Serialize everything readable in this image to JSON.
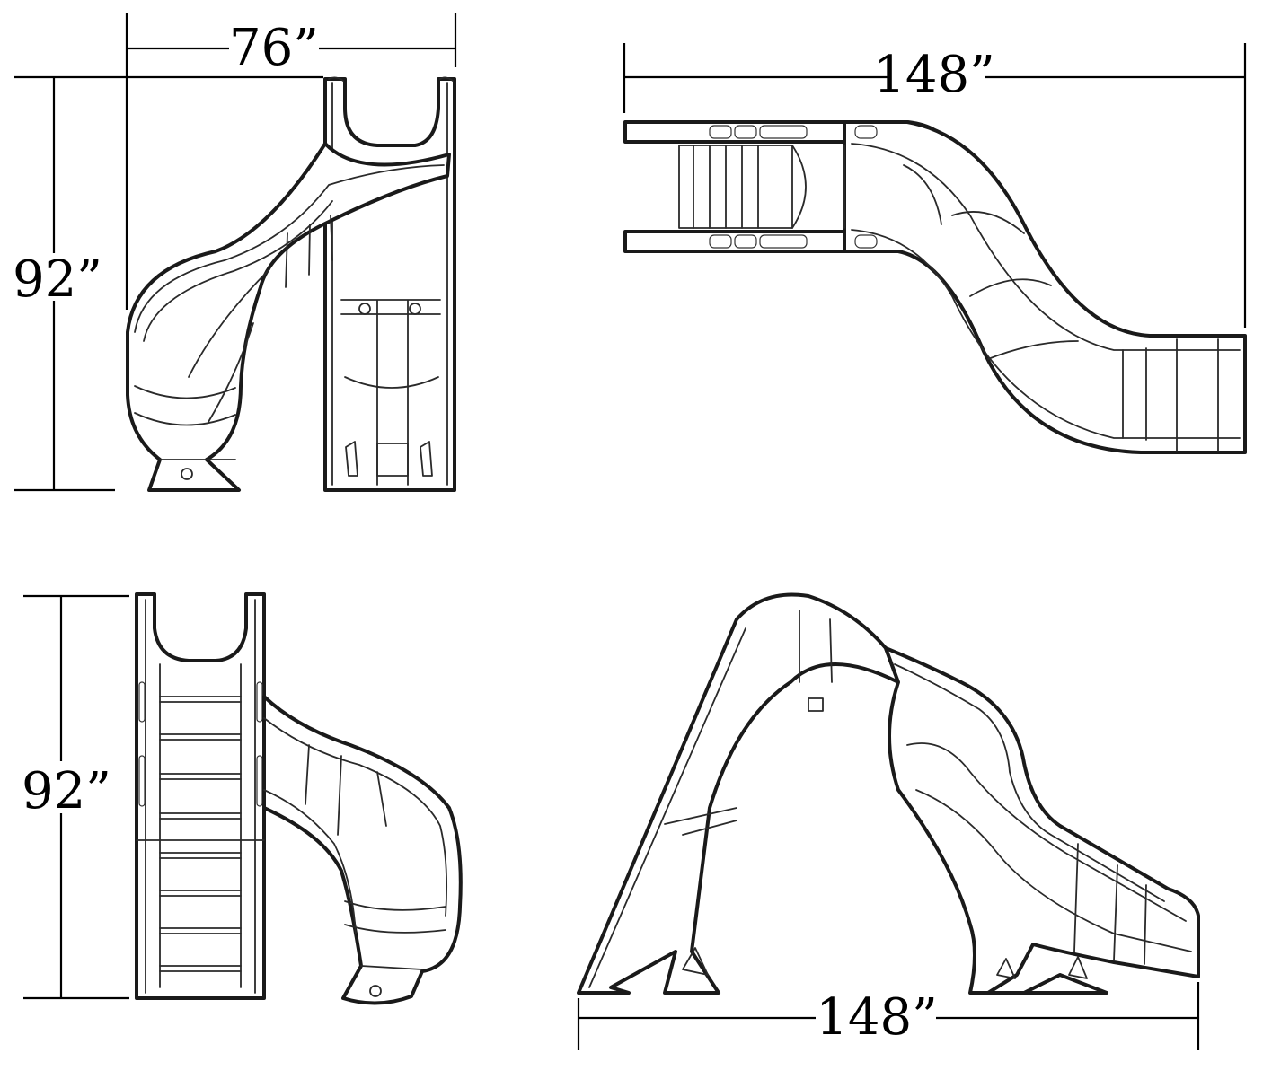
{
  "dimensions": {
    "top_left_width": "76”",
    "top_left_height": "92”",
    "top_right_length": "148”",
    "bottom_left_height": "92”",
    "bottom_right_length": "148”"
  },
  "colors": {
    "line": "#1a1a1a",
    "background": "#ffffff"
  }
}
